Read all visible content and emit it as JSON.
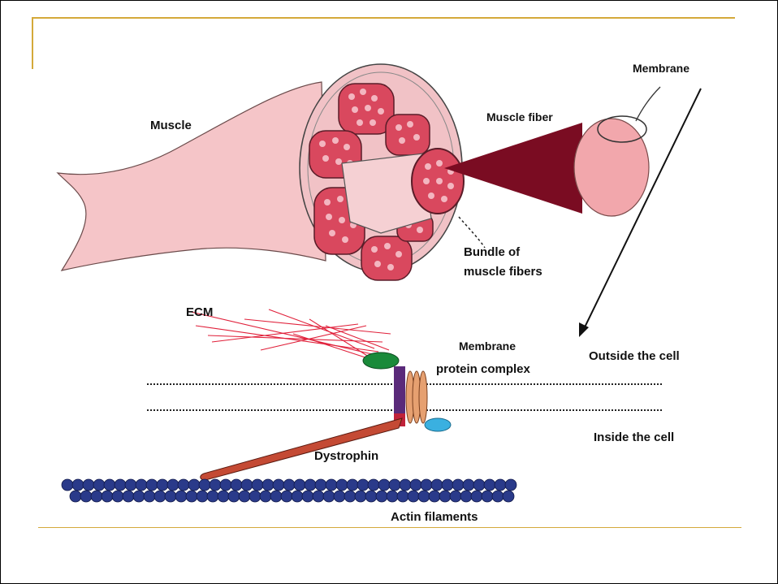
{
  "labels": {
    "muscle": "Muscle",
    "muscle_fiber": "Muscle fiber",
    "membrane": "Membrane",
    "bundle_line1": "Bundle of",
    "bundle_line2": "muscle fibers",
    "ecm": "ECM",
    "complex_line1": "Membrane",
    "complex_line2": "protein complex",
    "outside": "Outside the cell",
    "inside": "Inside the cell",
    "dystrophin": "Dystrophin",
    "actin": "Actin filaments"
  },
  "colors": {
    "accent_rule": "#d4a93a",
    "muscle_pink": "#f5c5c8",
    "fascicle_red": "#d9485e",
    "cone_maroon": "#7a0c22",
    "ecm_red": "#e0203a",
    "actin_blue": "#2a3a8a",
    "dystrophin": "#c44a34"
  }
}
